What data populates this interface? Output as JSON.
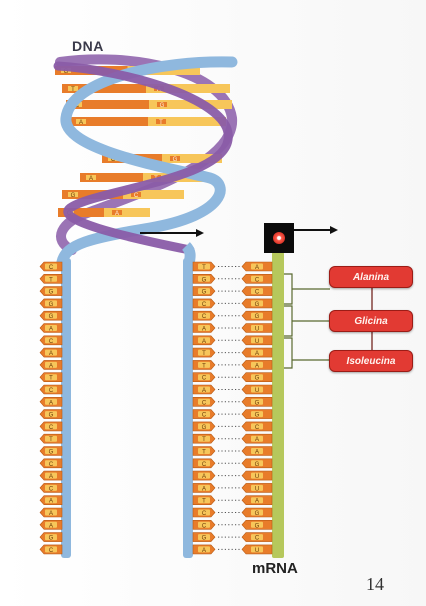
{
  "labels": {
    "dna": "DNA",
    "mrna": "mRNA",
    "page_number": "14"
  },
  "amino_acids": [
    "Alanina",
    "Glicina",
    "Isoleucina"
  ],
  "dna_helix_rungs": [
    [
      "G",
      "C"
    ],
    [
      "T",
      "A"
    ],
    [
      "C",
      "G"
    ],
    [
      "A",
      "T"
    ],
    [
      "C",
      "G"
    ],
    [
      "A",
      "T"
    ],
    [
      "G",
      "C"
    ],
    [
      "C",
      "A"
    ]
  ],
  "left_strand_bases": [
    "C",
    "T",
    "G",
    "G",
    "G",
    "A",
    "C",
    "A",
    "A",
    "T",
    "C",
    "A",
    "G",
    "C",
    "T",
    "G",
    "C",
    "A",
    "C",
    "A",
    "A",
    "A",
    "G",
    "C"
  ],
  "template_strand_bases": [
    "T",
    "G",
    "G",
    "C",
    "C",
    "A",
    "A",
    "T",
    "T",
    "C",
    "A",
    "C",
    "C",
    "G",
    "T",
    "T",
    "C",
    "A",
    "A",
    "T",
    "C",
    "C",
    "G",
    "A"
  ],
  "mrna_bases": [
    "A",
    "C",
    "C",
    "G",
    "G",
    "U",
    "U",
    "A",
    "A",
    "G",
    "U",
    "G",
    "G",
    "C",
    "A",
    "A",
    "G",
    "U",
    "U",
    "A",
    "G",
    "G",
    "C",
    "U"
  ],
  "colors": {
    "backbone_blue": "#8fb8de",
    "backbone_purple": "#8a5ca8",
    "base_orange": "#e87c2a",
    "base_yellow": "#f7c65a",
    "mrna_green": "#b6c85c",
    "amino_red": "#e23a33"
  },
  "icons": [
    "ribosome-icon",
    "arrow-right-icon"
  ]
}
